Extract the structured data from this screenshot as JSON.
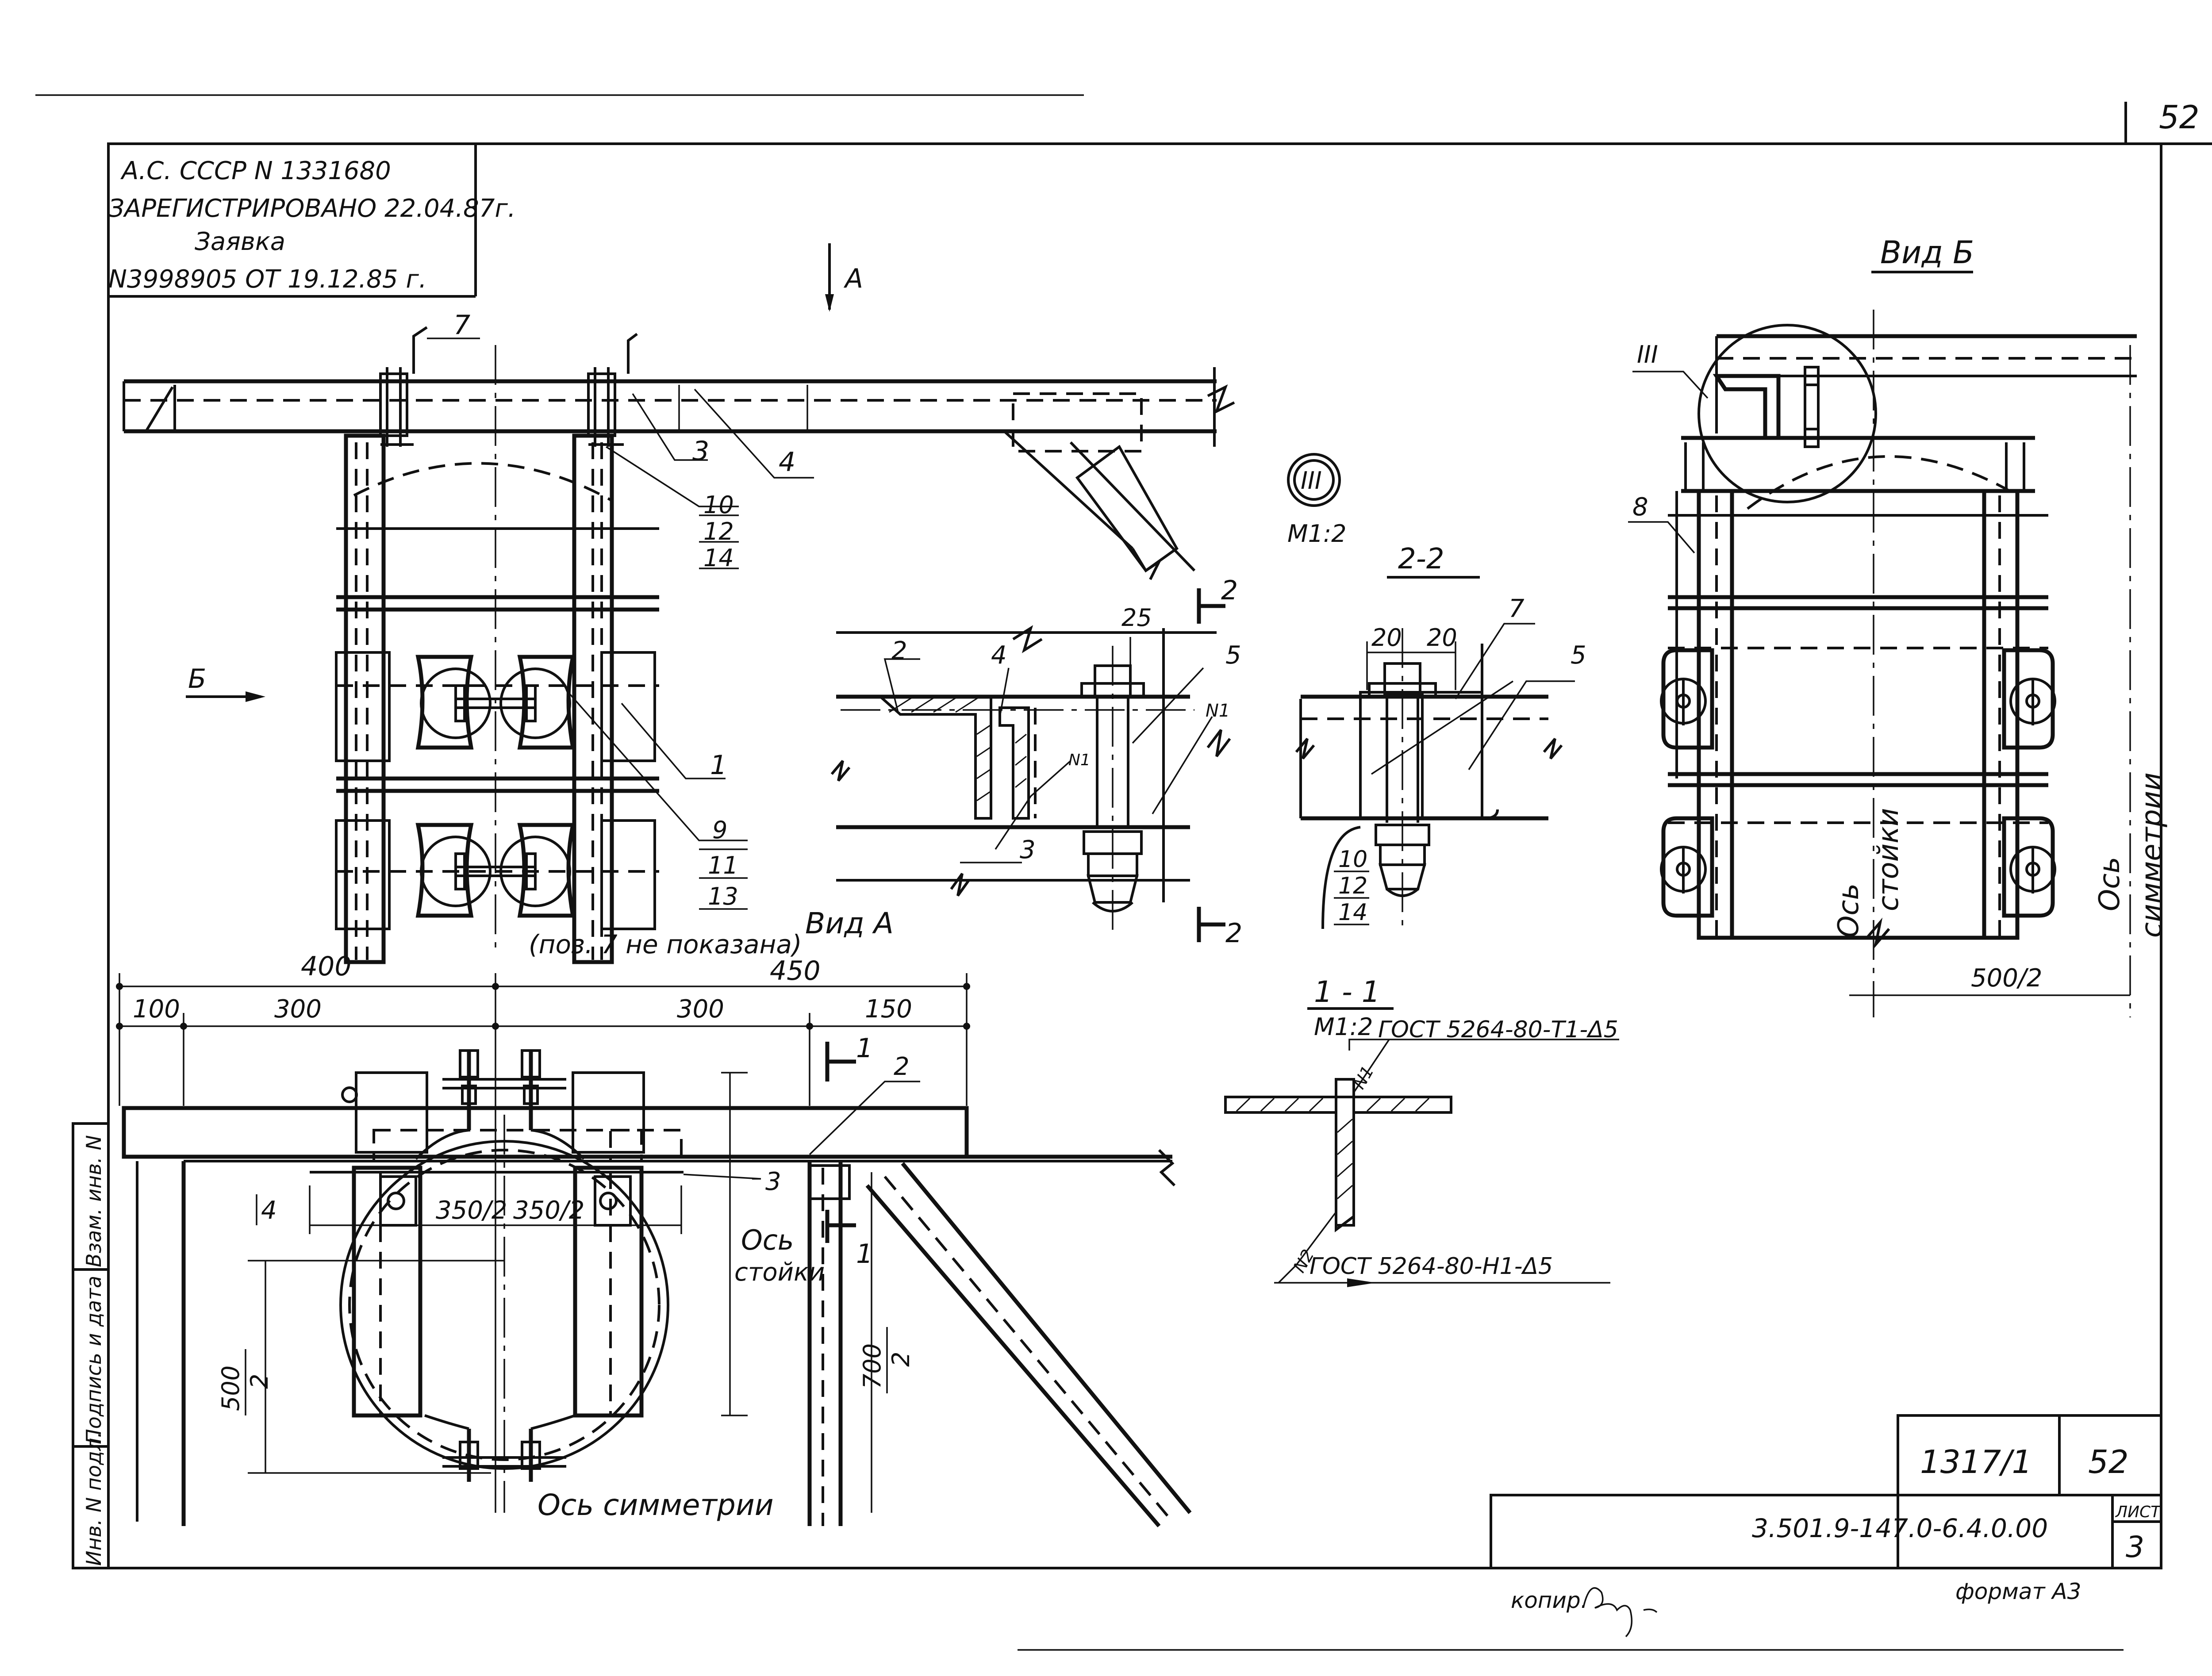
{
  "sheet": {
    "page_number": "52",
    "patent_lines": [
      "А.С. СССР N 1331680",
      "ЗАРЕГИСТРИРОВАНО 22.04.87г.",
      "Заявка",
      "N3998905 ОТ 19.12.85 г."
    ],
    "stamp": {
      "inventory_no": "1317/1",
      "page": "52",
      "designation": "3.501.9-147.0-6.4.0.00",
      "sheet_label": "ЛИСТ",
      "sheet_no": "3"
    },
    "copied_label": "копир.",
    "format_label": "формат А3",
    "left_strip": [
      "Инв. N подл.",
      "Подпись и дата",
      "Взам. инв. N"
    ]
  },
  "view_top": {
    "arrow_a": "А",
    "arrow_b": "Б",
    "callouts": [
      "7",
      "3",
      "4",
      "1"
    ],
    "stack_10": [
      "10",
      "12",
      "14"
    ],
    "stack_9": [
      "9",
      "11",
      "13"
    ],
    "note": "(поз. 7 не показана)"
  },
  "view_a": {
    "title": "Вид А",
    "dim": "25",
    "callouts": [
      "2",
      "4",
      "5",
      "3"
    ],
    "weld1": "N1",
    "weld2": "N1",
    "section_mark": "2"
  },
  "detail_iii": {
    "roman": "III",
    "scale": "М1:2"
  },
  "section_22": {
    "title": "2-2",
    "dims": [
      "20",
      "20"
    ],
    "callouts": [
      "7",
      "5"
    ],
    "stack": [
      "10",
      "12",
      "14"
    ]
  },
  "view_b": {
    "title": "Вид Б",
    "roman": "III",
    "callout": "8",
    "axis_post": [
      "Ось",
      "стойки"
    ],
    "axis_sym": [
      "Ось",
      "симметрии"
    ],
    "dim": "500/2"
  },
  "section_11": {
    "title": "1 - 1",
    "scale": "М1:2",
    "weld_top": "ГОСТ 5264-80-Т1-Δ5",
    "weld_bottom": "ГОСТ 5264-80-Н1-Δ5",
    "n1": "N1",
    "n2": "N2"
  },
  "plan": {
    "dims_top": [
      "400",
      "450"
    ],
    "dims_second": [
      "100",
      "300",
      "300",
      "150"
    ],
    "dims_mid": [
      "350/2",
      "350/2"
    ],
    "dim_left_num": "500",
    "dim_left_den": "2",
    "dim_right_num": "700",
    "dim_right_den": "2",
    "callouts": [
      "2",
      "3",
      "4"
    ],
    "section_mark": "1",
    "axis_post": [
      "Ось",
      "стойки"
    ],
    "axis_sym": "Ось симметрии"
  }
}
